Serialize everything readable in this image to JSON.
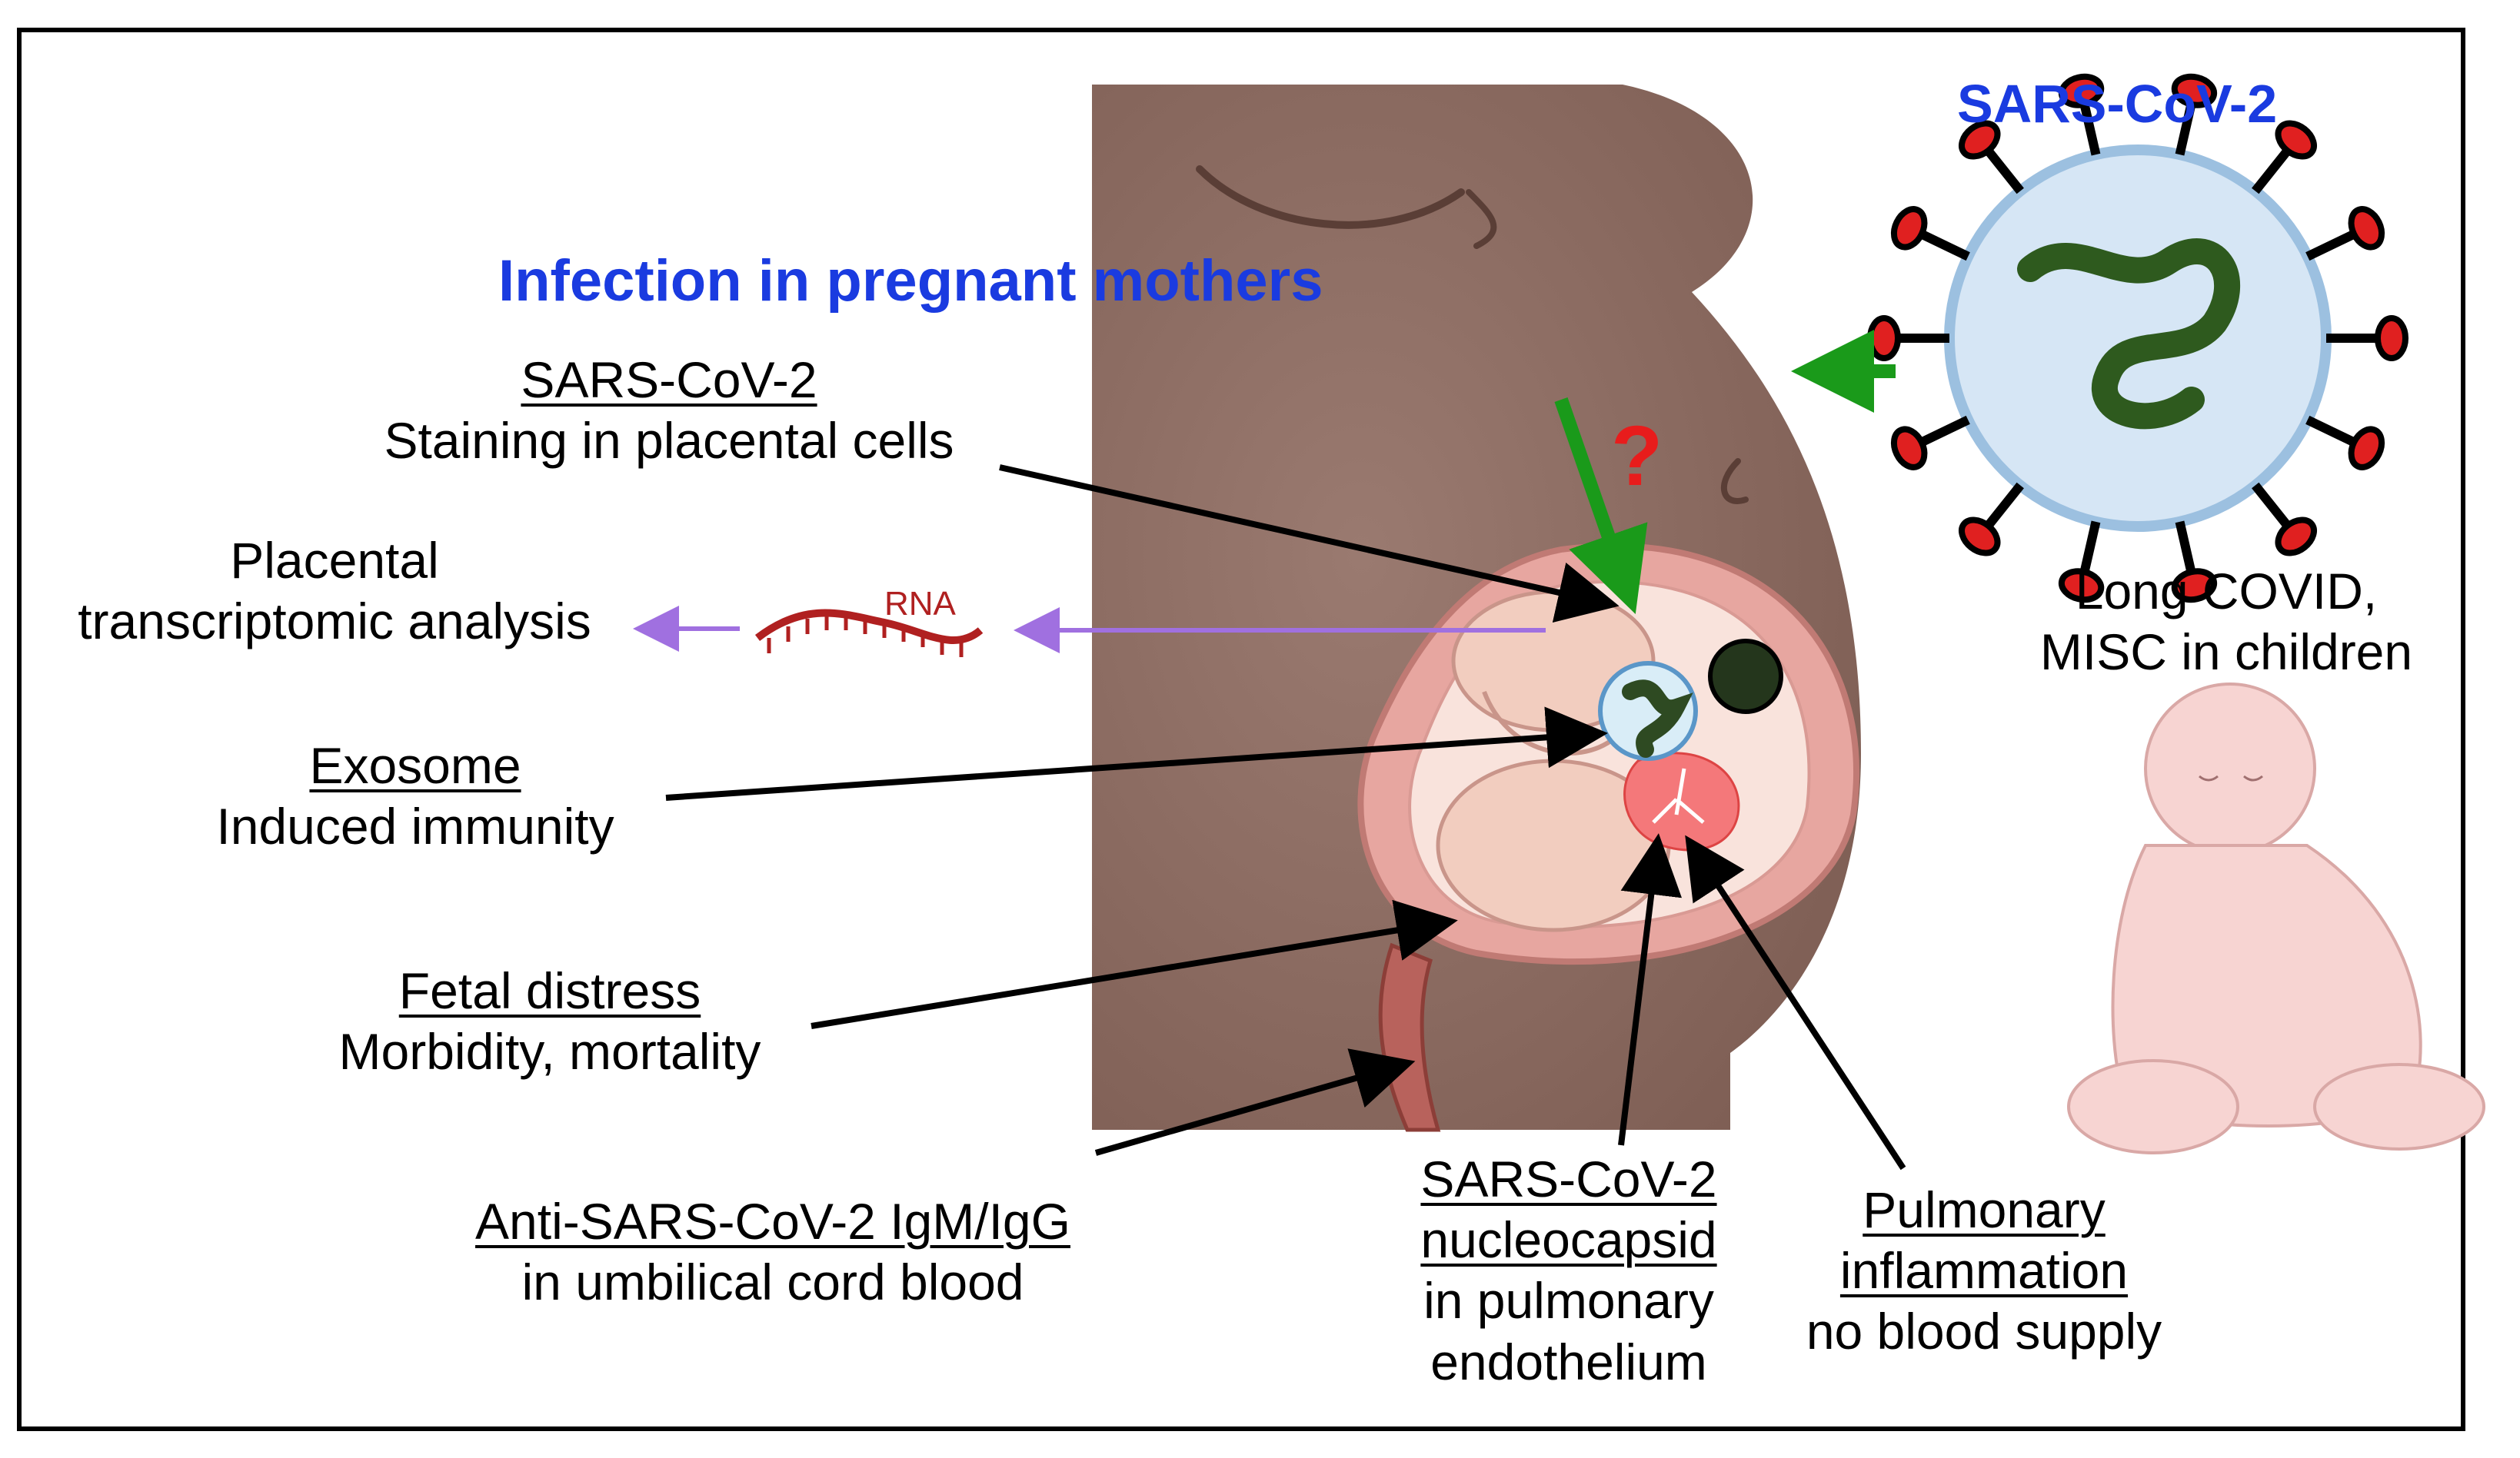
{
  "title": "Infection in pregnant mothers",
  "virus_title": "SARS-CoV-2",
  "question_mark": "?",
  "rna_label": "RNA",
  "long_covid": {
    "line1": "Long COVID,",
    "line2": "MISC in children"
  },
  "labels": {
    "staining": {
      "heading": "SARS-CoV-2",
      "text": "Staining in placental cells"
    },
    "transcriptomic": {
      "line1": "Placental",
      "line2": "transcriptomic analysis"
    },
    "exosome": {
      "heading": "Exosome",
      "text": "Induced immunity"
    },
    "fetal": {
      "heading": "Fetal distress",
      "text": "Morbidity, mortality"
    },
    "umbilical": {
      "heading": "Anti-SARS-CoV-2 IgM/IgG",
      "text": "in umbilical cord blood"
    },
    "nucleocapsid": {
      "line1": "SARS-CoV-2",
      "line2": "nucleocapsid",
      "line3": "in pulmonary",
      "line4": "endothelium"
    },
    "pulmonary": {
      "line1": "Pulmonary",
      "line2": "inflammation",
      "line3": "no blood supply"
    }
  },
  "colors": {
    "title_blue": "#1a3be0",
    "arrow_green": "#1a9a1a",
    "question_red": "#e81c1c",
    "rna_red": "#b02020",
    "arrow_purple": "#a070e0",
    "body_brown": "#8a6a60"
  }
}
